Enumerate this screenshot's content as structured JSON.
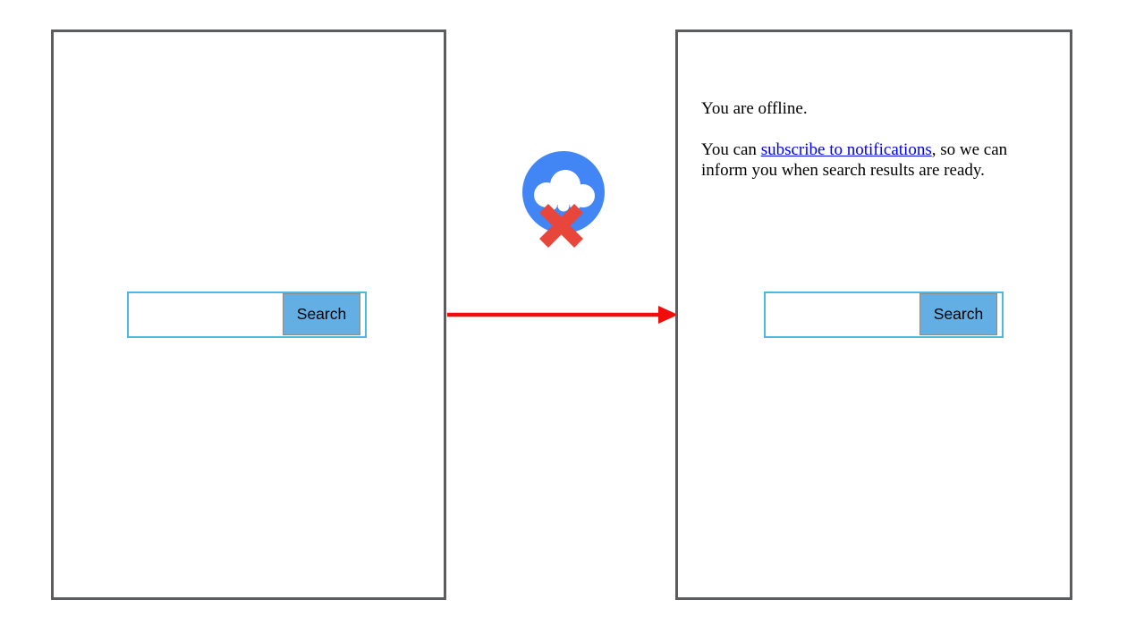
{
  "search_form": {
    "input_value": "",
    "input_placeholder": "",
    "button_label": "Search"
  },
  "offline_panel": {
    "status_text": "You are offline.",
    "message_part1": "You can ",
    "message_link": "subscribe to notifications",
    "message_part2": ", so we can",
    "message_part3": "inform you when search results are ready."
  },
  "icons": {
    "offline_icon": "cloud-with-red-x",
    "arrow": "red-right-arrow"
  },
  "colors": {
    "frame_border": "#5c5d5f",
    "input_border": "#4bbade",
    "button_fill": "#63aee3",
    "button_border": "#8c8c8c",
    "arrow_red": "#f20d0d",
    "icon_circle_blue": "#4285f4",
    "icon_cloud_white": "#ffffff",
    "icon_x_red": "#e9463b",
    "link_blue": "#0000ee",
    "text_black": "#000000"
  }
}
